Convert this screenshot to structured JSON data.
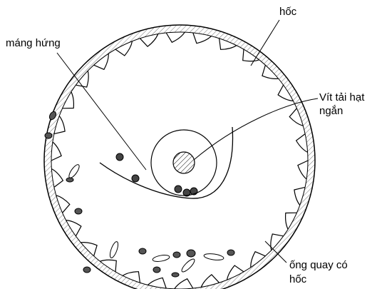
{
  "labels": {
    "hoc": "hốc",
    "mang_hung": "máng hứng",
    "vit_tai_line1": "Vít tải hạt",
    "vit_tai_line2": "ngắn",
    "ong_quay_line1": "ống quay có",
    "ong_quay_line2": "hốc"
  },
  "colors": {
    "stroke": "#000000",
    "background": "#ffffff"
  }
}
